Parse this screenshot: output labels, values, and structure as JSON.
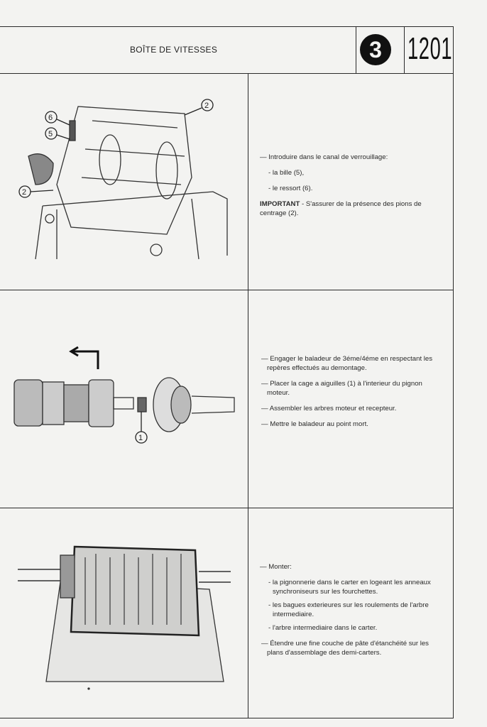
{
  "header": {
    "title": "BOÎTE DE VITESSES",
    "section_badge": "3",
    "page_number": "1201"
  },
  "sections": [
    {
      "callouts": [
        "6",
        "5",
        "2",
        "2"
      ],
      "lines": [
        "— Introduire dans le canal de verrouillage:",
        "- la bille (5),",
        "- le ressort (6)."
      ],
      "important_label": "IMPORTANT",
      "important_text": " - S'assurer de la présence des pions de centrage (2)."
    },
    {
      "callouts": [
        "1"
      ],
      "lines": [
        "— Engager le baladeur de 3éme/4éme en respectant les repères effectués au demontage.",
        "— Placer la cage a aiguilles (1) à l'interieur du pignon moteur.",
        "— Assembler les arbres moteur et recepteur.",
        "— Mettre le baladeur au point mort."
      ]
    },
    {
      "lines": [
        "— Monter:",
        "- la pignonnerie dans le carter en logeant les anneaux synchroniseurs sur les fourchettes.",
        "- les bagues exterieures sur les roulements de l'arbre intermediaire.",
        "- l'arbre intermediaire dans le carter.",
        "— Étendre une fine couche de pâte d'étanchéité sur les plans d'assemblage des demi-carters."
      ]
    }
  ]
}
